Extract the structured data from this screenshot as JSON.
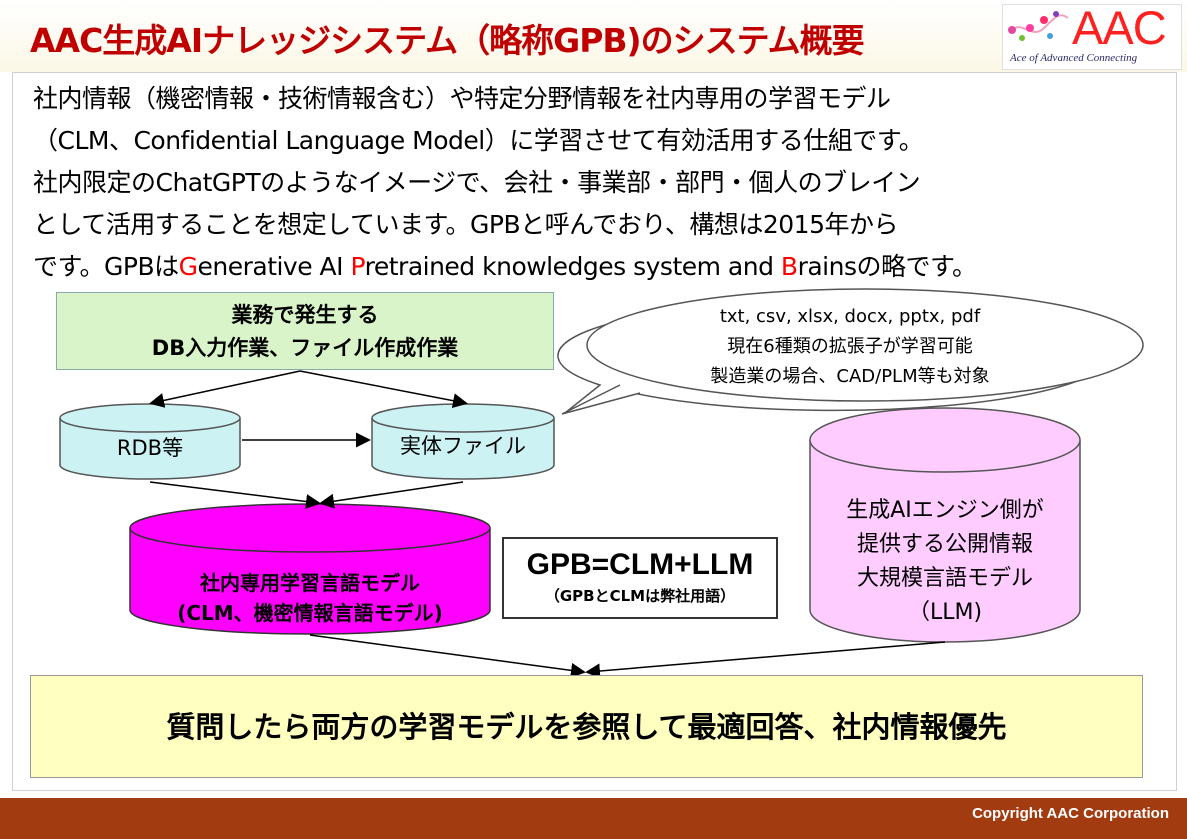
{
  "header": {
    "title": "AAC生成AIナレッジシステム（略称GPB)のシステム概要",
    "logo": "AAC",
    "logo_sub": "Ace of Advanced Connecting"
  },
  "intro": {
    "line1": "社内情報（機密情報・技術情報含む）や特定分野情報を社内専用の学習モデル",
    "line2": "（CLM、Confidential Language Model）に学習させて有効活用する仕組です。",
    "line3": "社内限定のChatGPTのようなイメージで、会社・事業部・部門・個人のブレイン",
    "line4": "として活用することを想定しています。GPBと呼んでおり、構想は2015年から",
    "line5_a": "です。GPBは",
    "line5_g": "G",
    "line5_b": "enerative AI ",
    "line5_p": "P",
    "line5_c": "retrained knowledges system and ",
    "line5_br": "B",
    "line5_d": "rainsの略です。"
  },
  "diagram": {
    "source_box": {
      "line1": "業務で発生する",
      "line2": "DB入力作業、ファイル作成作業"
    },
    "bubble": {
      "line1": "txt,  csv,  xlsx,  docx,  pptx,  pdf",
      "line2": "現在6種類の拡張子が学習可能",
      "line3": "製造業の場合、CAD/PLM等も対象"
    },
    "rdb": "RDB等",
    "files": "実体ファイル",
    "clm": {
      "line1": "社内専用学習言語モデル",
      "line2": "(CLM、機密情報言語モデル)"
    },
    "llm": {
      "line1": "生成AIエンジン側が",
      "line2": "提供する公開情報",
      "line3": "大規模言語モデル",
      "line4": "（LLM)"
    },
    "formula": {
      "main": "GPB=CLM+LLM",
      "sub": "（GPBとCLMは弊社用語）"
    },
    "result": "質問したら両方の学習モデルを参照して最適回答、社内情報優先"
  },
  "colors": {
    "title": "#c00000",
    "highlight": "#ff0000",
    "clm_fill": "#ff00ff",
    "llm_fill": "#ffccff",
    "cyan_fill": "#ccf2f4",
    "source_fill": "#d9f4c8",
    "result_fill": "#ffffc0",
    "footer": "#a23c10"
  },
  "footer": {
    "copyright": "Copyright AAC Corporation"
  }
}
